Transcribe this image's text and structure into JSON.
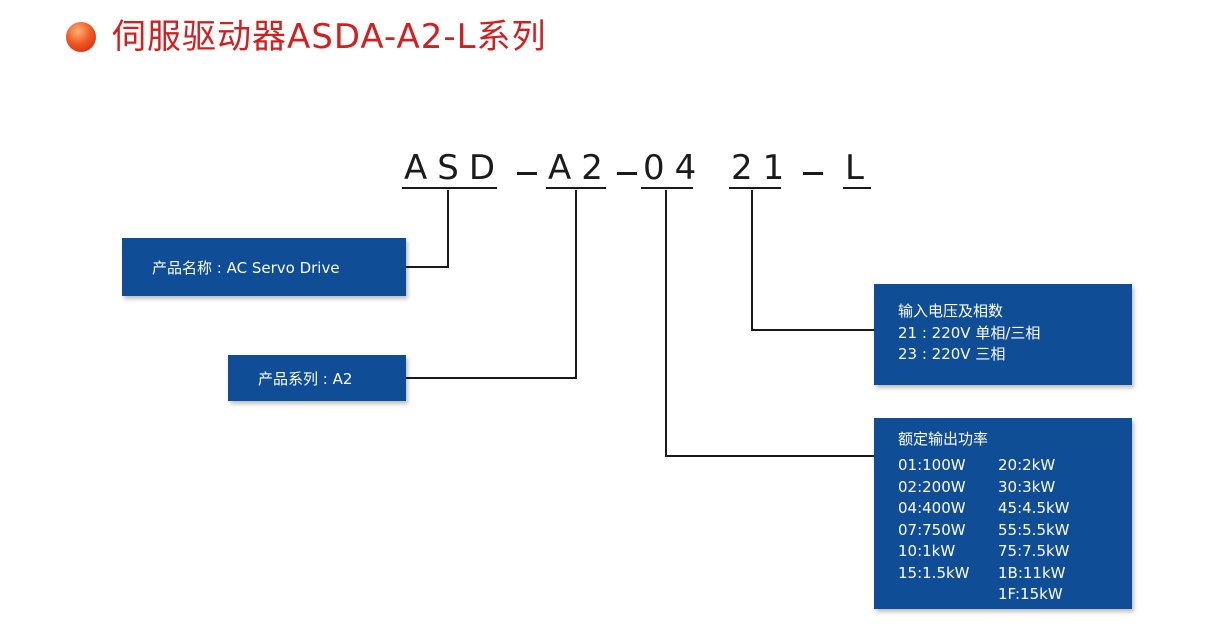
{
  "title": "伺服驱动器ASDA-A2-L系列",
  "code": {
    "part1": "ASD",
    "part2": "A2",
    "part3": "04",
    "part4": "21",
    "part5": "L"
  },
  "boxes": {
    "product_name": "产品名称 : AC Servo Drive",
    "product_series": "产品系列 : A2",
    "input_voltage": {
      "title": "输入电压及相数",
      "lines": [
        "21 : 220V 单相/三相",
        "23 : 220V 三相"
      ]
    },
    "rated_power": {
      "title": "额定输出功率",
      "col1": [
        "01:100W",
        "02:200W",
        "04:400W",
        "07:750W",
        "10:1kW",
        "15:1.5kW",
        ""
      ],
      "col2": [
        "20:2kW",
        "30:3kW",
        "45:4.5kW",
        "55:5.5kW",
        "75:7.5kW",
        "1B:11kW",
        "1F:15kW"
      ]
    }
  },
  "colors": {
    "title": "#d21f1f",
    "box": "#0f4d96",
    "line": "#1a1a1a"
  }
}
